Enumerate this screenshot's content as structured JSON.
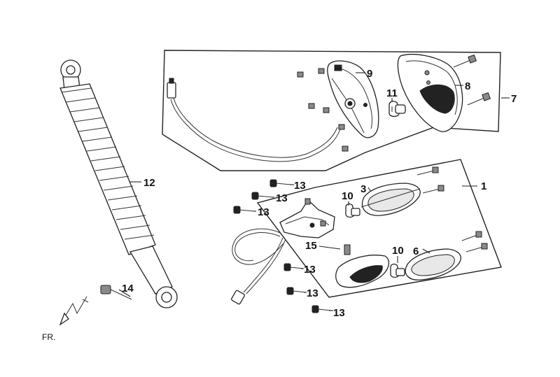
{
  "diagram": {
    "orientation_label": "FR.",
    "callouts": {
      "c1": "1",
      "c3": "3",
      "c6": "6",
      "c7": "7",
      "c8": "8",
      "c9": "9",
      "c10a": "10",
      "c10b": "10",
      "c11": "11",
      "c12": "12",
      "c13a": "13",
      "c13b": "13",
      "c13c": "13",
      "c13d": "13",
      "c13e": "13",
      "c13f": "13",
      "c14": "14",
      "c15": "15"
    }
  }
}
